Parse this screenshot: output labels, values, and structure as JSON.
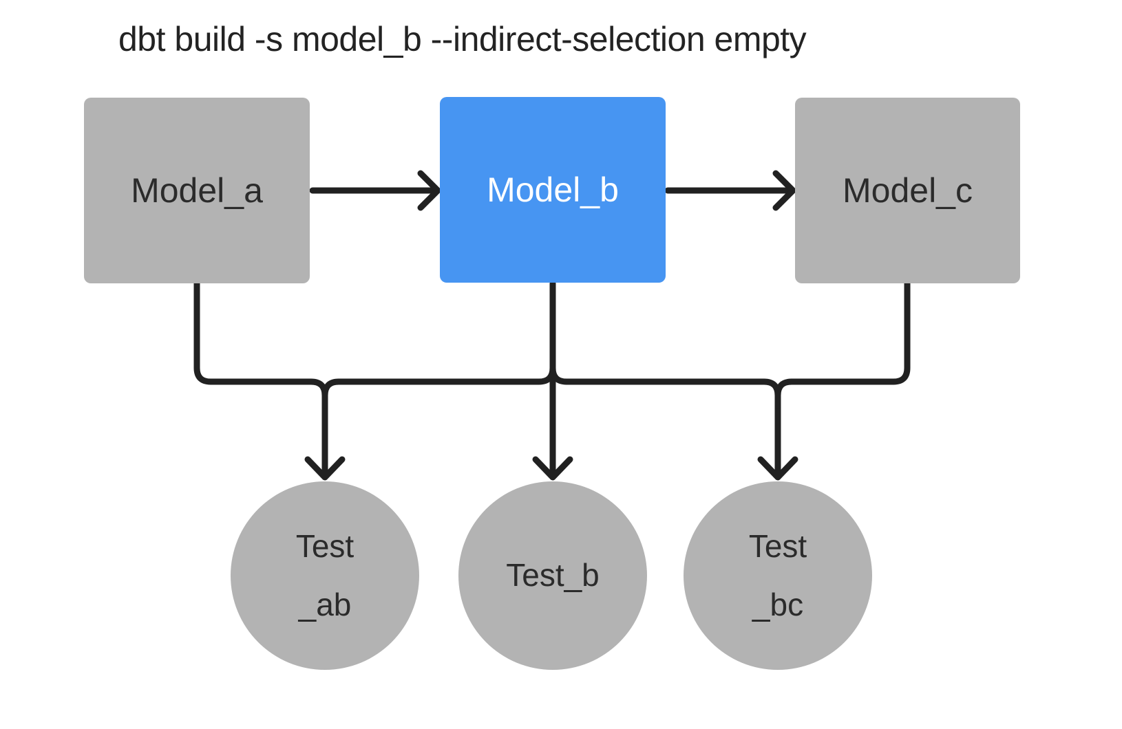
{
  "title": "dbt build -s model_b --indirect-selection empty",
  "nodes": {
    "model_a": {
      "label": "Model_a"
    },
    "model_b": {
      "label": "Model_b"
    },
    "model_c": {
      "label": "Model_c"
    },
    "test_ab": {
      "line1": "Test",
      "line2": "_ab"
    },
    "test_b": {
      "line1": "Test_b",
      "line2": ""
    },
    "test_bc": {
      "line1": "Test",
      "line2": "_bc"
    }
  },
  "edges": [
    {
      "from": "Model_a",
      "to": "Model_b"
    },
    {
      "from": "Model_b",
      "to": "Model_c"
    },
    {
      "from": "Model_a",
      "to": "Test_ab"
    },
    {
      "from": "Model_b",
      "to": "Test_ab"
    },
    {
      "from": "Model_b",
      "to": "Test_b"
    },
    {
      "from": "Model_b",
      "to": "Test_bc"
    },
    {
      "from": "Model_c",
      "to": "Test_bc"
    }
  ],
  "colors": {
    "selected_blue": "#4795f2",
    "node_gray": "#b3b3b3",
    "edge_black": "#212121",
    "background": "#ffffff"
  }
}
